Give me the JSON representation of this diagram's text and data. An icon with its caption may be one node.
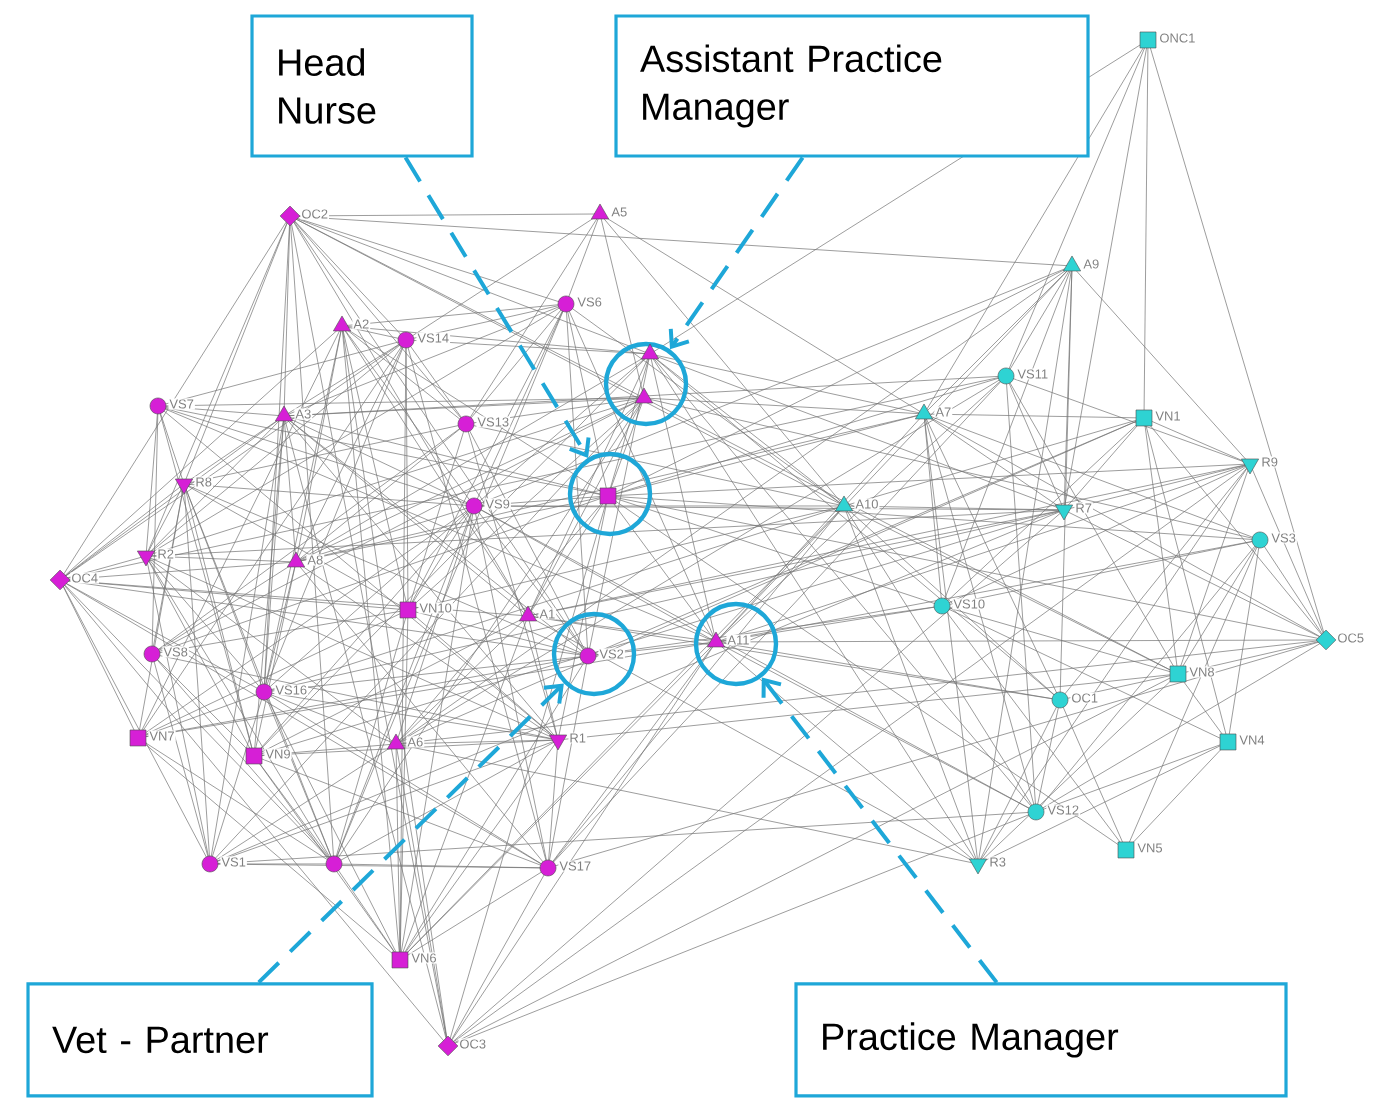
{
  "diagram": {
    "nodes": [
      {
        "text": [
          "Head Nurse"
        ]
      },
      {
        "text": [
          "Assistant Practice Manager"
        ]
      },
      {
        "text": [
          "Vet - Partner"
        ]
      },
      {
        "text": [
          "Practice Manager"
        ]
      },
      {
        "text": [],
        "shape": "circle"
      },
      {
        "text": [],
        "shape": "circle"
      },
      {
        "text": [],
        "shape": "circle"
      },
      {
        "text": [],
        "shape": "circle"
      }
    ],
    "edges": [
      {
        "from": 0,
        "to": 5,
        "arrow": "to",
        "style": "dashed"
      },
      {
        "from": 1,
        "to": 4,
        "arrow": "to",
        "style": "dashed"
      },
      {
        "from": 2,
        "to": 6,
        "arrow": "to",
        "style": "dashed"
      },
      {
        "from": 3,
        "to": 7,
        "arrow": "to",
        "style": "dashed"
      }
    ],
    "labels": [
      "ONC1",
      "OC2",
      "A5",
      "A9",
      "VS6",
      "A2",
      "VS14",
      "VS11",
      "VS7",
      "A3",
      "A7",
      "VN1",
      "VS13",
      "R9",
      "R8",
      "VS9",
      "A10",
      "R7",
      "VS3",
      "R2",
      "A8",
      "OC4",
      "VN10",
      "A1",
      "VS10",
      "A11",
      "VS2",
      "OC5",
      "VS8",
      "VN8",
      "OC1",
      "VS16",
      "VN7",
      "A6",
      "R1",
      "VN9",
      "VN4",
      "VS12",
      "VN5",
      "VS1",
      "R3",
      "VS17",
      "VN6",
      "OC3"
    ]
  }
}
